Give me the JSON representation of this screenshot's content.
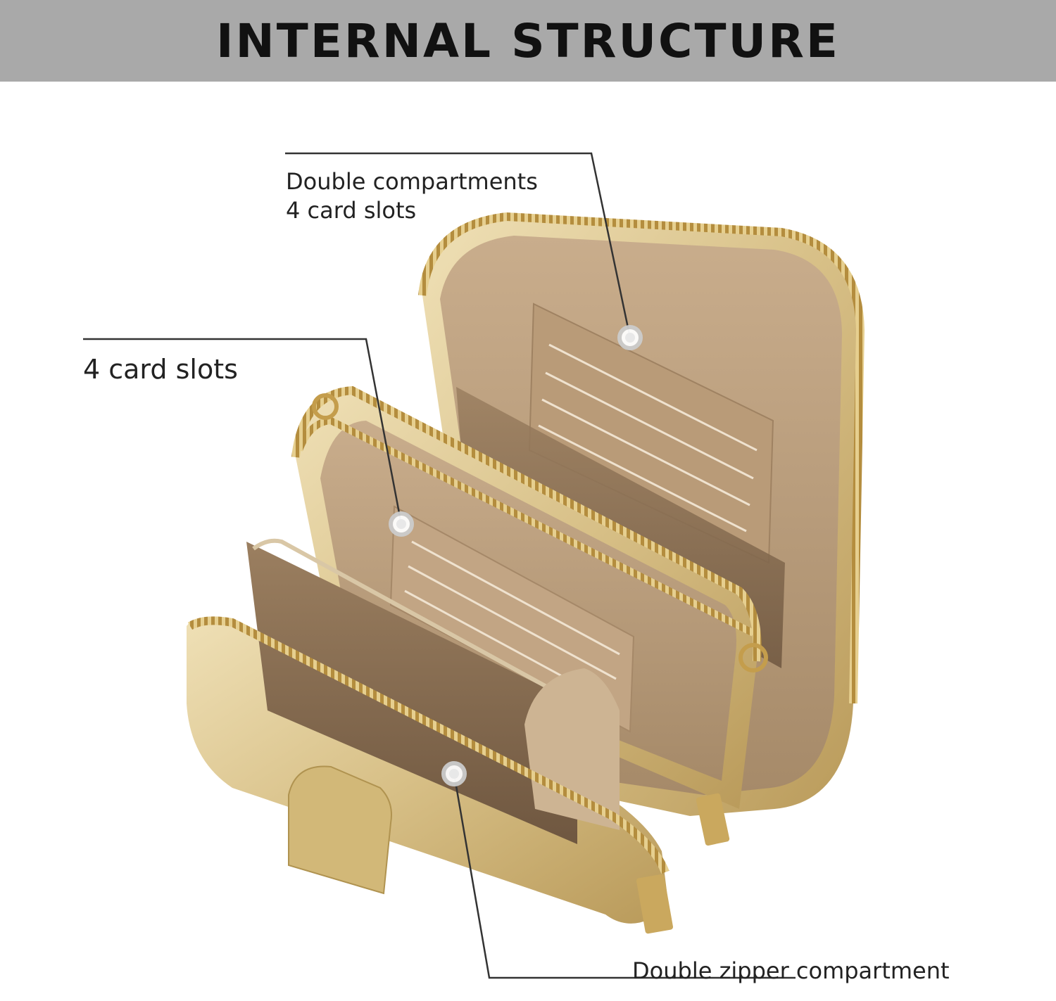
{
  "header": {
    "title": "INTERNAL STRUCTURE"
  },
  "callouts": {
    "compartments": {
      "line1": "Double compartments",
      "line2": "4 card slots"
    },
    "middle": {
      "line1": "4 card slots"
    },
    "zipper": {
      "line1": "Double zipper compartment"
    }
  },
  "colors": {
    "header_bg": "#a9a9a9",
    "gold": "#d8c28a",
    "lining": "#b89c7c",
    "zipper": "#c9a454"
  },
  "icons": [
    "callout-dot-icon"
  ]
}
